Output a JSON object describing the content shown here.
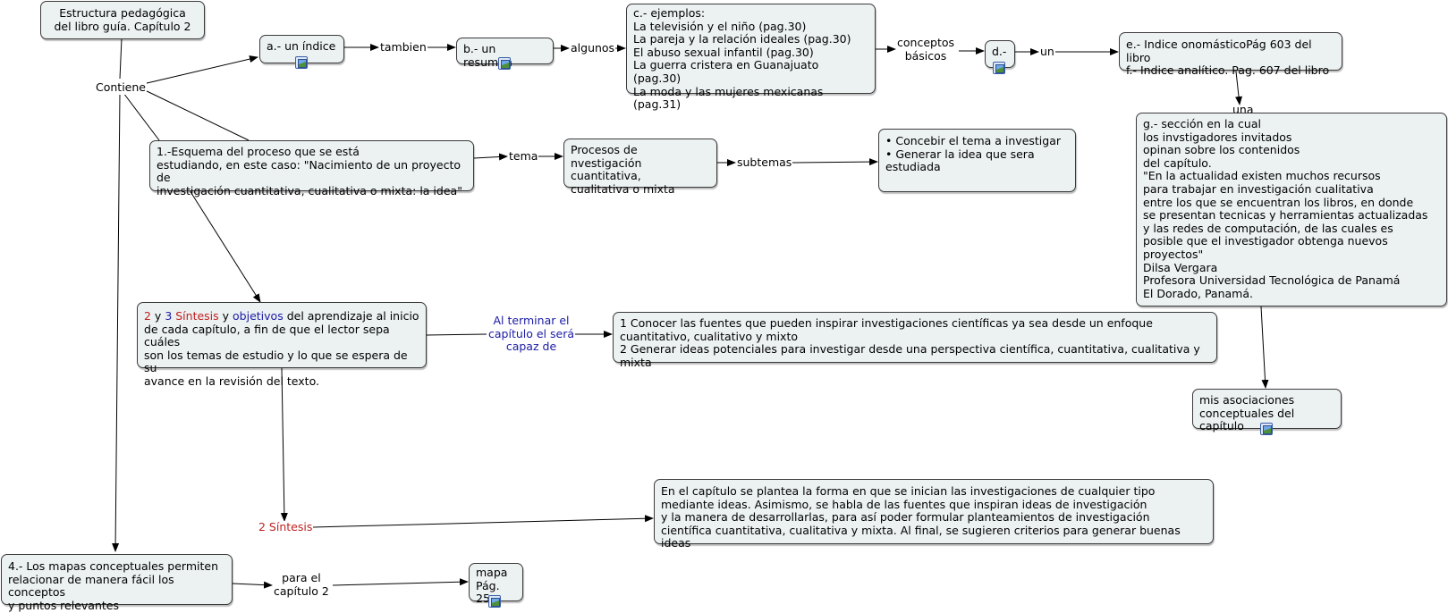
{
  "nodes": {
    "root": "Estructura pedagógica\ndel libro guía. Capítulo 2",
    "indice": "a.- un índice",
    "resumen": "b.- un resumen",
    "ejemplos": "c.- ejemplos:\nLa televisión y el niño (pag.30)\nLa pareja y la relación ideales (pag.30)\nEl abuso sexual infantil (pag.30)\nLa guerra cristera en Guanajuato (pag.30)\nLa moda y las mujeres mexicanas (pag.31)",
    "d": "d.-",
    "indices": "e.- Indice onomásticoPág 603 del libro\nf.- Indice analítico. Pag. 607 del libro",
    "seccion": "g.- sección en la cual\nlos invstigadores invitados\nopinan sobre los contenidos\ndel capítulo.\n\"En la actualidad existen muchos recursos\npara trabajar en investigación cualitativa\nentre los que se encuentran los libros, en donde\nse presentan tecnicas y herramientas actualizadas\ny las redes de computación, de las cuales es\nposible que el investigador obtenga nuevos proyectos\"\nDilsa Vergara\nProfesora Universidad Tecnológica de Panamá\nEl Dorado, Panamá.",
    "esquema": "1.-Esquema del proceso que se está\nestudiando, en este caso: \"Nacimiento de un proyecto de\ninvestigación cuantitativa, cualitativa o mixta: la idea\"",
    "procesos": "Procesos de nvestigación\ncuantitativa,\ncualitativa o mixta",
    "subtemas_box": "• Concebir el tema a investigar\n• Generar la idea que sera\nestudiada",
    "sintesis_num_a": "2",
    "sintesis_y1": " y ",
    "sintesis_num_b": "3",
    "sintesis_word": "  Síntesis",
    "sintesis_y2": " y ",
    "sintesis_obj": "objetivos",
    "sintesis_rest": " del aprendizaje al inicio\nde cada capítulo, a fin de que el lector sepa cuáles\nson los temas de estudio y lo que se espera de su\navance en la revisión del texto.",
    "objetivos_list": "1 Conocer las fuentes que pueden inspirar investigaciones científicas ya sea desde un enfoque\ncuantitativo, cualitativo y mixto\n2 Generar ideas potenciales para investigar desde una perspectiva científica, cuantitativa, cualitativa y mixta",
    "asociaciones": "mis asociaciones\nconceptuales del capítulo",
    "capitulo_texto": "En el capítulo se plantea la forma en que se inician las investigaciones de cualquier tipo\nmediante ideas. Asimismo, se habla de las fuentes que inspiran ideas de investigación\ny la manera de desarrollarlas, para así poder formular planteamientos de investigación\ncientífica cuantitativa, cualitativa y mixta. Al final, se sugieren criterios para generar buenas ideas",
    "mapas": "4.- Los mapas conceptuales permiten\nrelacionar de manera fácil los conceptos\ny puntos relevantes",
    "mapa": "mapa\nPág. 25"
  },
  "labels": {
    "contiene": "Contiene",
    "tambien": "tambien",
    "algunos": "algunos",
    "conceptos": "conceptos\nbásicos",
    "un": "un",
    "una": "una",
    "tema": "tema",
    "subtemas": "subtemas",
    "al_terminar": "Al terminar el\ncapítulo el será\ncapaz de",
    "sintesis2": "2 Síntesis",
    "para_el": "para el\ncapítulo 2"
  },
  "colors": {
    "node_fill": "#ecf1f2",
    "node_border": "#3a3a3a",
    "red_text": "#c02020",
    "blue_text": "#1a1aa6"
  },
  "icons": [
    "image-icon"
  ]
}
